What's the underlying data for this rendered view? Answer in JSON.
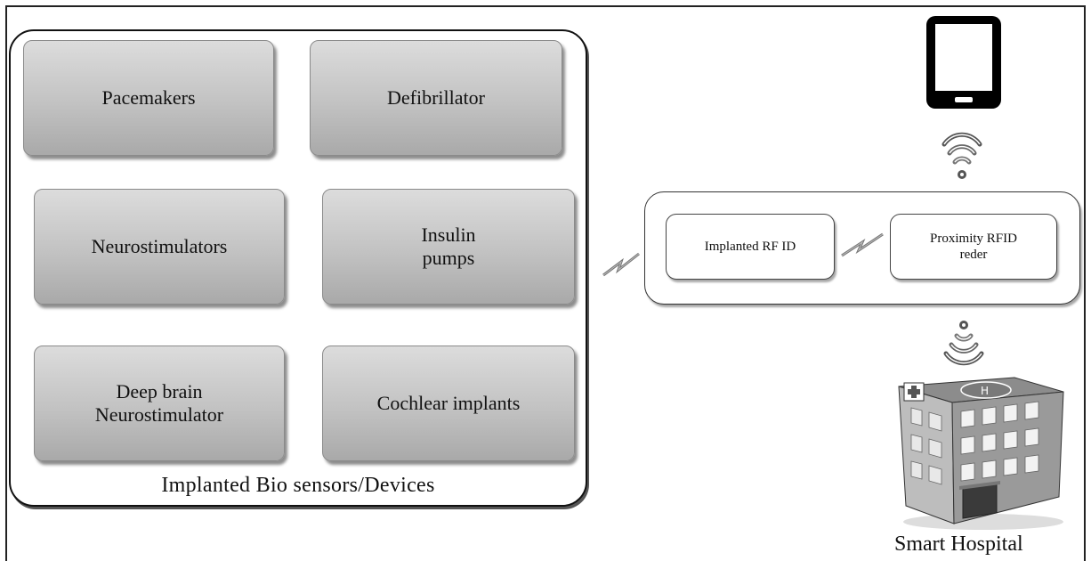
{
  "implanted_group": {
    "label": "Implanted Bio sensors/Devices",
    "devices": [
      {
        "label": "Pacemakers"
      },
      {
        "label": "Defibrillator"
      },
      {
        "label": "Neurostimulators"
      },
      {
        "label": "Insulin pumps"
      },
      {
        "label": "Deep brain Neurostimulator"
      },
      {
        "label": "Cochlear implants"
      }
    ]
  },
  "rfid": {
    "implanted_label": "Implanted RF ID",
    "reader_label": "Proximity RFID reder"
  },
  "hospital": {
    "label": "Smart Hospital"
  },
  "icons": [
    "tablet-icon",
    "wireless-signal-icon",
    "lightning-link-icon",
    "hospital-building-icon"
  ]
}
